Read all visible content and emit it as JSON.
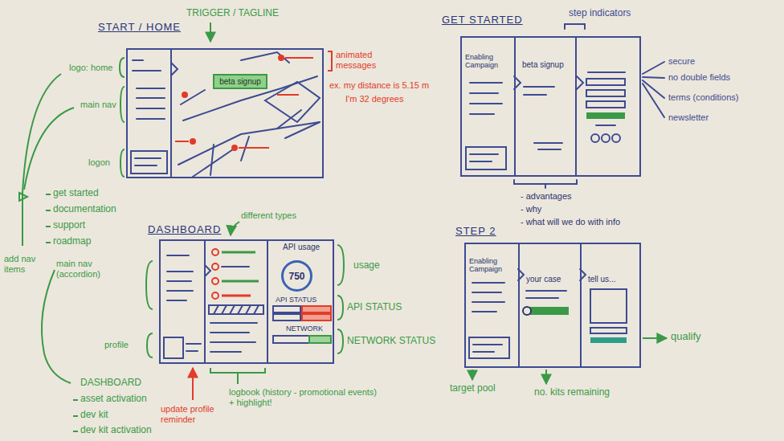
{
  "diagram": {
    "nodes": [
      {
        "text": [
          "START / HOME"
        ]
      },
      {
        "text": [
          "beta signup"
        ],
        "in": 0
      },
      {
        "text": [
          "GET STARTED"
        ]
      },
      {
        "text": [
          "beta signup"
        ],
        "in": 2
      },
      {
        "text": [
          "DASHBOARD"
        ]
      },
      {
        "text": [
          "750"
        ],
        "in": 4
      },
      {
        "text": [
          "STEP 2"
        ]
      },
      {
        "text": [
          "your case"
        ],
        "in": 6
      },
      {
        "text": [
          "tell us..."
        ],
        "in": 6
      }
    ],
    "labels": [
      "TRIGGER / TAGLINE",
      "animated messages",
      "ex. my distance is 5.15 m",
      "I'm 32 degrees",
      "logo: home",
      "main nav",
      "logon",
      "get started",
      "documentation",
      "support",
      "roadmap",
      "add nav items",
      "main nav (accordion)",
      "profile",
      "DASHBOARD",
      "asset activation",
      "dev kit",
      "dev kit activation",
      "different types",
      "API usage",
      "API STATUS",
      "NETWORK",
      "usage",
      "API STATUS",
      "NETWORK STATUS",
      "update profile reminder",
      "logbook (history - promotional events) + highlight!",
      "step indicators",
      "Enabling Campaign",
      "secure",
      "no double fields",
      "terms (conditions)",
      "newsletter",
      "- advantages",
      "- why",
      "- what will we do with info",
      "Enabling Campaign",
      "qualify",
      "target pool",
      "no. kits remaining"
    ]
  }
}
